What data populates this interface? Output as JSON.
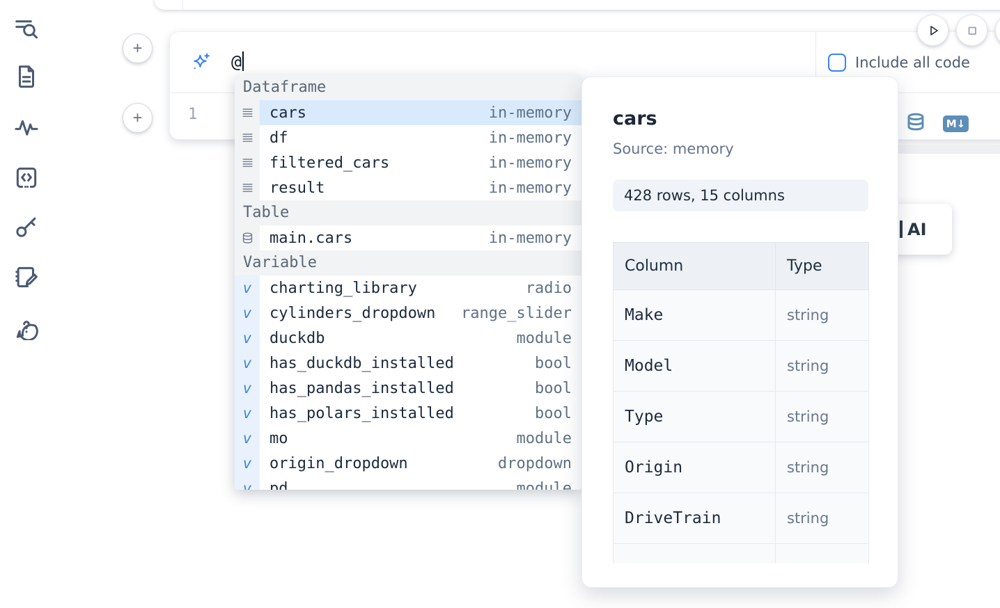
{
  "sidebar": {
    "icons": [
      "toc-search-icon",
      "document-icon",
      "activity-icon",
      "code-block-icon",
      "key-icon",
      "scratchpad-icon",
      "help-icon"
    ]
  },
  "cell": {
    "add_button_label": "+",
    "prompt_value": "@",
    "include_all_code": {
      "label": "Include all code",
      "checked": false
    },
    "line_number": "1",
    "markdown_badge": "M↓"
  },
  "autocomplete": {
    "sections": [
      {
        "label": "Dataframe",
        "icon": "dataframe-rows-icon",
        "gutter": "gray",
        "items": [
          {
            "name": "cars",
            "type": "in-memory",
            "selected": true
          },
          {
            "name": "df",
            "type": "in-memory"
          },
          {
            "name": "filtered_cars",
            "type": "in-memory"
          },
          {
            "name": "result",
            "type": "in-memory"
          }
        ]
      },
      {
        "label": "Table",
        "icon": "database-icon",
        "gutter": "gray",
        "items": [
          {
            "name": "main.cars",
            "type": "in-memory"
          }
        ]
      },
      {
        "label": "Variable",
        "icon": "variable-icon",
        "gutter": "blue",
        "items": [
          {
            "name": "charting_library",
            "type": "radio"
          },
          {
            "name": "cylinders_dropdown",
            "type": "range_slider"
          },
          {
            "name": "duckdb",
            "type": "module"
          },
          {
            "name": "has_duckdb_installed",
            "type": "bool"
          },
          {
            "name": "has_pandas_installed",
            "type": "bool"
          },
          {
            "name": "has_polars_installed",
            "type": "bool"
          },
          {
            "name": "mo",
            "type": "module"
          },
          {
            "name": "origin_dropdown",
            "type": "dropdown"
          },
          {
            "name": "pd",
            "type": "module"
          }
        ]
      }
    ]
  },
  "detail_panel": {
    "title": "cars",
    "source": "Source: memory",
    "shape_badge": "428 rows, 15 columns",
    "table": {
      "headers": [
        "Column",
        "Type"
      ],
      "rows": [
        [
          "Make",
          "string"
        ],
        [
          "Model",
          "string"
        ],
        [
          "Type",
          "string"
        ],
        [
          "Origin",
          "string"
        ],
        [
          "DriveTrain",
          "string"
        ]
      ]
    }
  },
  "partial_ai_button": {
    "label": "AI"
  },
  "colors": {
    "accent_blue": "#3b82f6",
    "steel_blue": "#5d8eb8",
    "selected_row": "#d9eafc",
    "icon_slate": "#4b5a72"
  }
}
